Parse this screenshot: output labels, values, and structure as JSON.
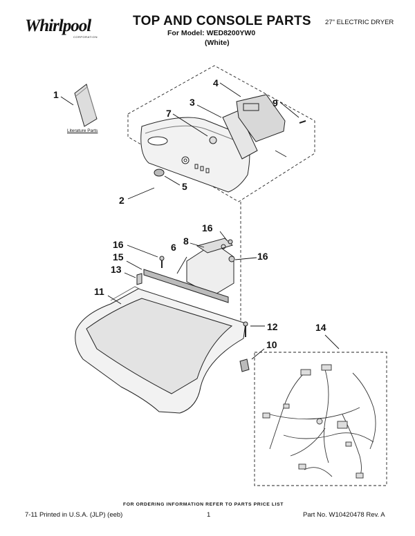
{
  "header": {
    "brand": "Whirlpool",
    "brand_sub": "CORPORATION",
    "title": "TOP AND CONSOLE PARTS",
    "model_line": "For Model: WED8200YW0",
    "variant": "(White)",
    "product": "27\" ELECTRIC DRYER"
  },
  "diagram": {
    "literature_label": "Literature Parts",
    "callouts": {
      "c1": "1",
      "c2": "2",
      "c3": "3",
      "c4": "4",
      "c5": "5",
      "c6": "6",
      "c7": "7",
      "c8": "8",
      "c9": "9",
      "c10": "10",
      "c11": "11",
      "c12": "12",
      "c13": "13",
      "c14": "14",
      "c15": "15",
      "c16a": "16",
      "c16b": "16",
      "c16c": "16"
    }
  },
  "footer": {
    "ordering_note": "FOR ORDERING INFORMATION REFER TO PARTS PRICE LIST",
    "printed": "7-11 Printed in U.S.A. (JLP) (eeb)",
    "page": "1",
    "part_no": "Part No. W10420478 Rev. A"
  }
}
